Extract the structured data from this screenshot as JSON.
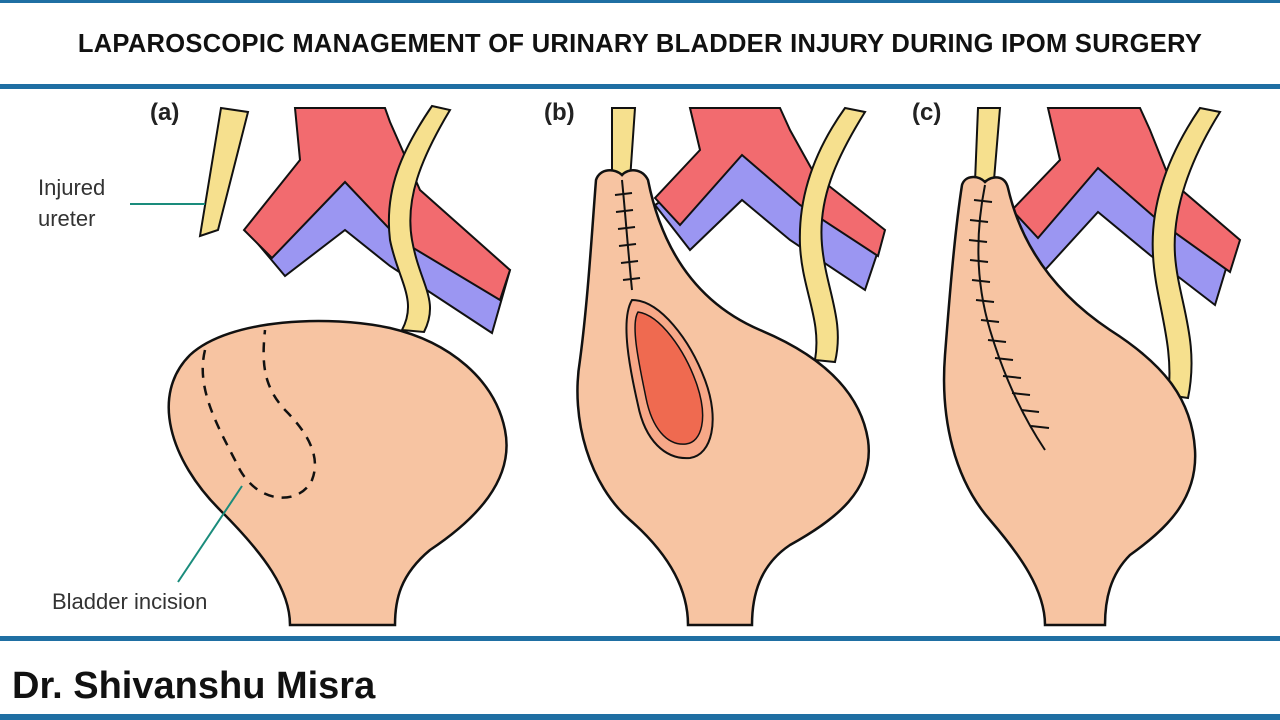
{
  "header": {
    "title": "LAPAROSCOPIC MANAGEMENT OF URINARY BLADDER INJURY DURING IPOM SURGERY"
  },
  "figure": {
    "panels": [
      {
        "label": "(a)"
      },
      {
        "label": "(b)"
      },
      {
        "label": "(c)"
      }
    ],
    "annotations": {
      "injured_ureter": [
        "Injured",
        "ureter"
      ],
      "bladder_incision": "Bladder incision"
    }
  },
  "footer": {
    "author": "Dr. Shivanshu Misra"
  },
  "colors": {
    "accent_rule": "#1f6fa3",
    "artery": "#f26b6f",
    "vein": "#9b96f2",
    "ureter": "#f6e08e",
    "bladder": "#f7c4a2",
    "bladder_flap_inner": "#ef6a50",
    "callout_line": "#1a8c7c"
  }
}
